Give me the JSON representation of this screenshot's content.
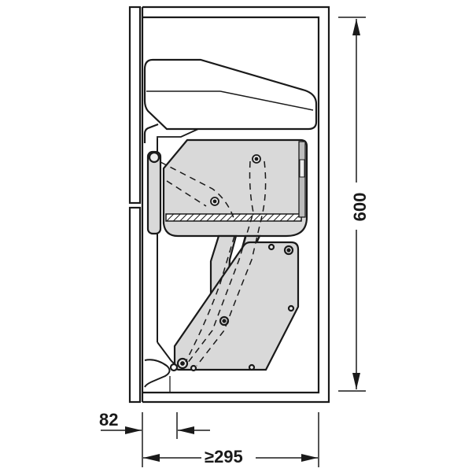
{
  "diagram": {
    "type": "technical-drawing",
    "subject": "corner cabinet pull-out fitting (side view)",
    "colors": {
      "line": "#1a1a1a",
      "fill_gray": "#d9d9d9",
      "background": "#ffffff"
    },
    "dimensions": {
      "height": {
        "label": "600",
        "orientation": "vertical"
      },
      "door_offset": {
        "label": "82",
        "orientation": "horizontal"
      },
      "min_depth": {
        "label": "≥295",
        "orientation": "horizontal"
      }
    },
    "components": [
      "cabinet-carcass",
      "cabinet-door-upper",
      "cabinet-door-lower",
      "top-shelf-upper-basket",
      "front-basket-gray",
      "rear-basket-gray",
      "linkage-arm",
      "hinge-pivot"
    ]
  }
}
